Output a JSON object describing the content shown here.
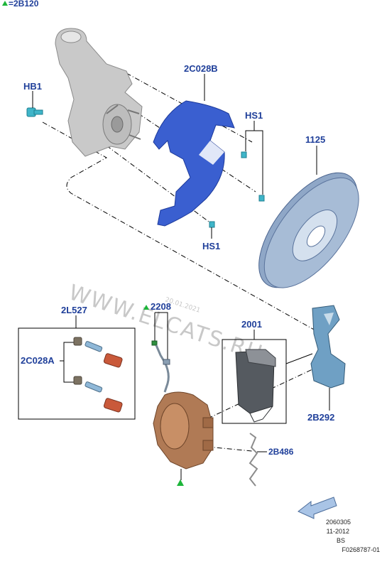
{
  "legend": {
    "text": "=2B120",
    "marker_color": "#1db53a"
  },
  "labels": {
    "hb1": "HB1",
    "shield": "2C028B",
    "hs1_upper": "HS1",
    "hs1_lower": "HS1",
    "disc": "1125",
    "pin_kit": "2L527",
    "pin_set": "2C028A",
    "hose": "2208",
    "pads": "2001",
    "bracket": "2B292",
    "clip": "2B486"
  },
  "watermark": {
    "site": "WWW.ELCATS.RU",
    "date": "20.01.2021"
  },
  "meta": {
    "line1": "2060305",
    "line2": "11-2012",
    "line3": "BS",
    "line4": "F0268787-01"
  },
  "colors": {
    "label": "#1f3f9a",
    "part_blue": "#3a5fd0",
    "disc": "#a7bcd6",
    "caliper": "#b07a55",
    "knuckle": "#c9c9c9",
    "marker": "#1db53a"
  }
}
